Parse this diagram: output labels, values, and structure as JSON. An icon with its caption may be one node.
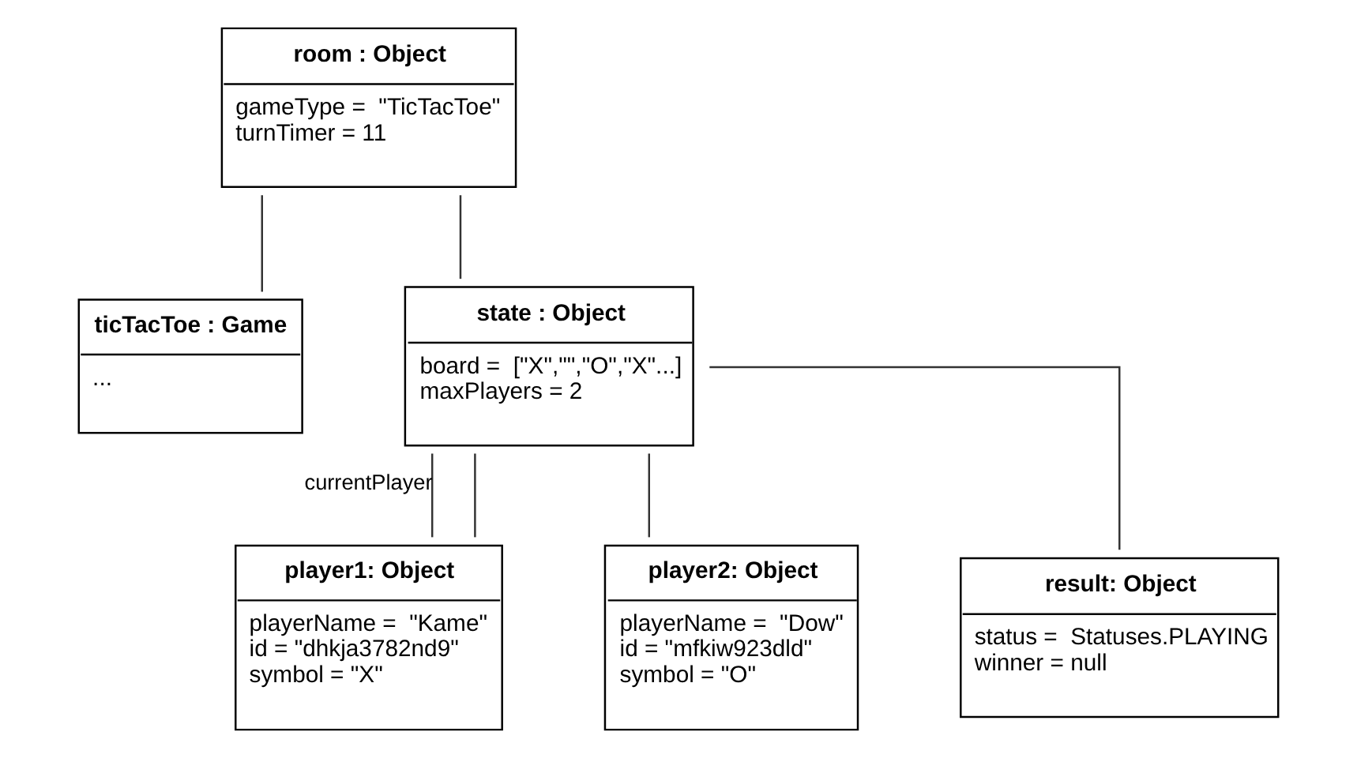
{
  "diagram": {
    "nodes": [
      {
        "text": [
          "room : Object",
          "gameType =  \"TicTacToe\"",
          "turnTimer = 11"
        ]
      },
      {
        "text": [
          "ticTacToe : Game",
          "..."
        ]
      },
      {
        "text": [
          "state : Object",
          "board =  [\"X\",\"\",\"O\",\"X\"...]",
          "maxPlayers = 2"
        ]
      },
      {
        "text": [
          "player1: Object",
          "playerName =  \"Kame\"",
          "id = \"dhkja3782nd9\"",
          "symbol = \"X\""
        ]
      },
      {
        "text": [
          "player2: Object",
          "playerName =  \"Dow\"",
          "id = \"mfkiw923dld\"",
          "symbol = \"O\""
        ]
      },
      {
        "text": [
          "result: Object",
          "status =  Statuses.PLAYING",
          "winner = null"
        ]
      }
    ],
    "edges": [
      {
        "from": 0,
        "to": 1,
        "arrow": "none"
      },
      {
        "from": 0,
        "to": 2,
        "arrow": "none"
      },
      {
        "from": 2,
        "to": 3,
        "arrow": "none",
        "label": "currentPlayer"
      },
      {
        "from": 2,
        "to": 3,
        "arrow": "none"
      },
      {
        "from": 2,
        "to": 4,
        "arrow": "none"
      },
      {
        "from": 2,
        "to": 5,
        "arrow": "none"
      }
    ]
  }
}
